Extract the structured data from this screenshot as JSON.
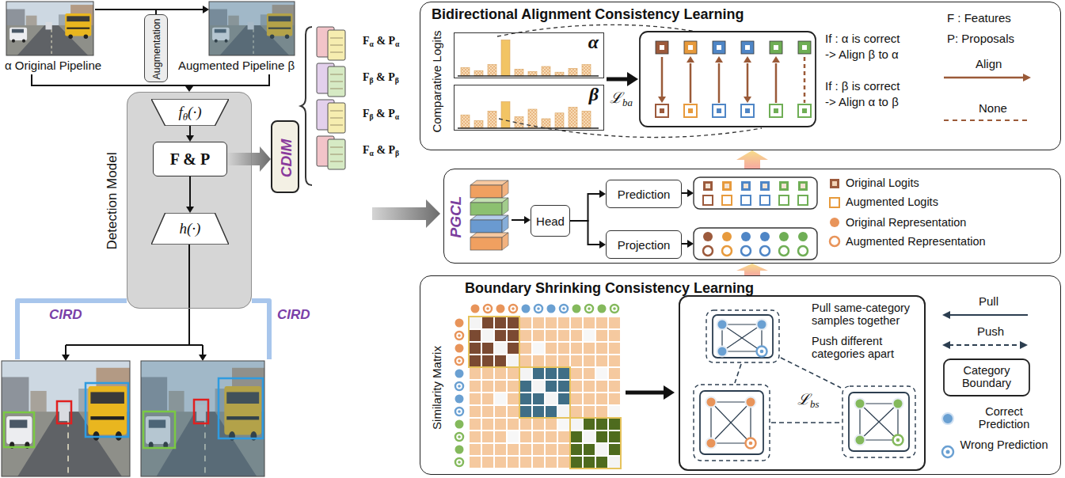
{
  "diagram": {
    "nodes": [
      {
        "text": [
          "Augmentation"
        ]
      },
      {
        "text": [
          "Detection Model"
        ]
      },
      {
        "text": [
          "fθ(·)"
        ],
        "in": 1
      },
      {
        "text": [
          "F & P"
        ],
        "in": 1
      },
      {
        "text": [
          "h(·)"
        ],
        "in": 1
      },
      {
        "text": [
          "CDIM"
        ]
      },
      {
        "text": [
          "Bidirectional Alignment Consistency Learning"
        ]
      },
      {
        "text": [
          "α"
        ],
        "in": 6
      },
      {
        "text": [
          "β"
        ],
        "in": 6
      },
      {
        "text": [
          "PGCL"
        ]
      },
      {
        "text": [
          "Head"
        ],
        "in": 9
      },
      {
        "text": [
          "Prediction"
        ],
        "in": 9
      },
      {
        "text": [
          "Projection"
        ],
        "in": 9
      },
      {
        "text": [
          "Boundary Shrinking Consistency Learning"
        ]
      },
      {
        "text": [
          "Pull same-category samples together",
          "Push different categories apart",
          "ℒbs"
        ],
        "in": 13
      }
    ],
    "edges": [
      {
        "from": 2,
        "to": 3,
        "arrow": "to"
      },
      {
        "from": 3,
        "to": 4,
        "arrow": "to"
      },
      {
        "from": 3,
        "to": 5,
        "arrow": "to"
      },
      {
        "from": 10,
        "to": 11,
        "arrow": "to"
      },
      {
        "from": 10,
        "to": 12,
        "arrow": "to"
      },
      {
        "from": 9,
        "to": 6,
        "arrow": "to"
      },
      {
        "from": 13,
        "to": 9,
        "arrow": "to"
      }
    ],
    "labels": [
      "α Original Pipeline",
      "Augmented Pipeline β",
      "Fα & Pα",
      "Fβ & Pβ",
      "Fβ & Pα",
      "Fα & Pβ",
      "CIRD",
      "CIRD",
      "Comparative Logits",
      "ℒba",
      "If : α is correct",
      "-> Align β to α",
      "If : β is correct",
      "-> Align α to β",
      "F : Features",
      "P: Proposals",
      "Similarity Matrix"
    ],
    "legend": [
      {
        "text": "Align"
      },
      {
        "text": "None"
      },
      {
        "text": "Original Logits"
      },
      {
        "text": "Augmented Logits"
      },
      {
        "text": "Original Representation"
      },
      {
        "text": "Augmented Representation"
      },
      {
        "text": "Pull"
      },
      {
        "text": "Push"
      },
      {
        "text": "Category Boundary"
      },
      {
        "text": "Correct Prediction"
      },
      {
        "text": "Wrong Prediction"
      }
    ]
  }
}
